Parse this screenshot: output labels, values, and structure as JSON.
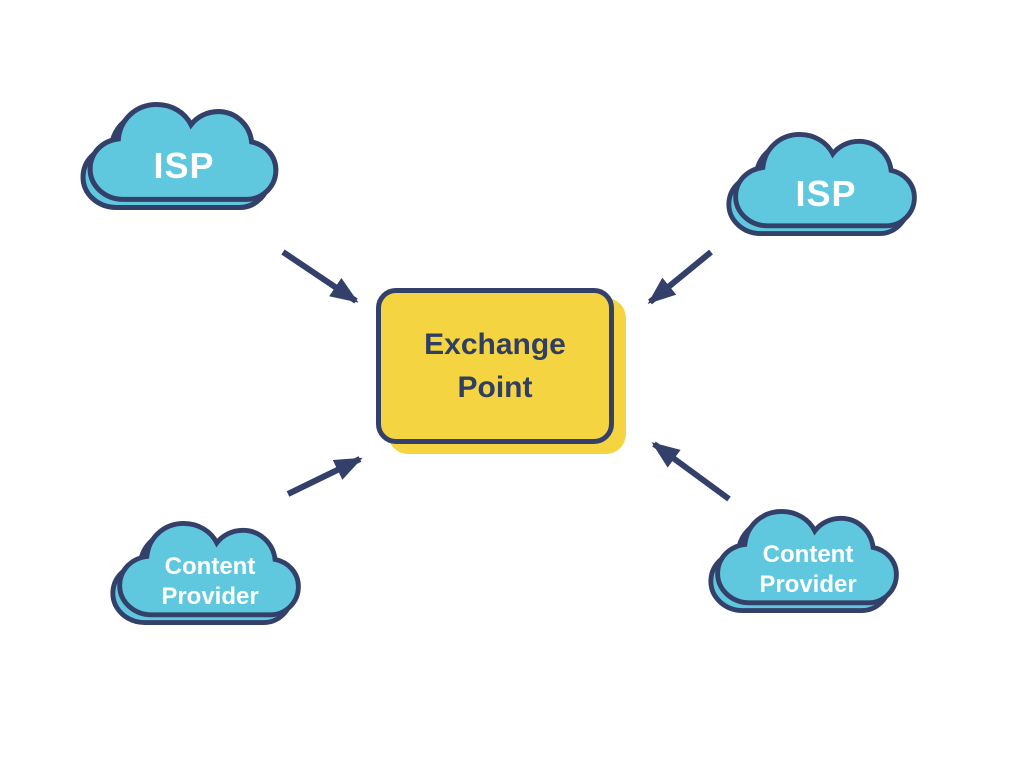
{
  "diagram": {
    "center": {
      "label": "Exchange Point"
    },
    "nodes": [
      {
        "id": "isp-top-left",
        "label": "ISP"
      },
      {
        "id": "isp-top-right",
        "label": "ISP"
      },
      {
        "id": "content-provider-bottom-left",
        "label": "Content Provider"
      },
      {
        "id": "content-provider-bottom-right",
        "label": "Content Provider"
      }
    ],
    "colors": {
      "cloud_fill": "#5FC8DE",
      "outline": "#33406A",
      "box_fill": "#F4D440",
      "cloud_text": "#FFFFFF",
      "box_text": "#2F3E62"
    }
  }
}
